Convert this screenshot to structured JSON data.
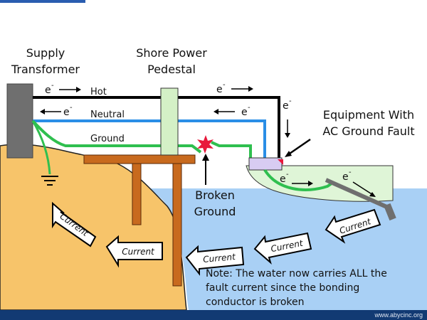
{
  "labels": {
    "supply_transformer_line1": "Supply",
    "supply_transformer_line2": "Transformer",
    "shore_power_line1": "Shore Power",
    "shore_power_line2": "Pedestal",
    "hot": "Hot",
    "neutral": "Neutral",
    "ground": "Ground",
    "equipment_line1": "Equipment With",
    "equipment_line2": "AC Ground Fault",
    "broken_line1": "Broken",
    "broken_line2": "Ground",
    "electron": "e",
    "electron_sup": "-"
  },
  "current_arrows": [
    "Current",
    "Current",
    "Current",
    "Current",
    "Current"
  ],
  "note": {
    "line1": "Note:  The water now carries ALL the",
    "line2": "fault current since the bonding",
    "line3": "conductor is broken"
  },
  "footer": {
    "url": "www.abycinc.org"
  },
  "colors": {
    "hot": "#000000",
    "neutral": "#2a8ee6",
    "ground": "#2fbf4f",
    "land": "#f7c46a",
    "water": "#a9d0f5",
    "boat": "#dff5d7",
    "dock": "#c86a1e",
    "footer_bar": "#123a73",
    "spark": "#e8193c"
  }
}
